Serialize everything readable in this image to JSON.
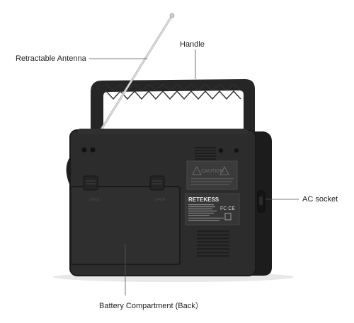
{
  "callouts": {
    "antenna": "Retractable Antenna",
    "handle": "Handle",
    "ac_socket": "AC socket",
    "battery": "Battery Compartment (Back）"
  },
  "product_label": {
    "caution_title": "CAUTION",
    "brand": "RETEKESS"
  },
  "colors": {
    "body": "#2a2a2a",
    "body_edge": "#1a1a1a",
    "handle": "#262626",
    "antenna": "#c9c9c9",
    "label": "#3a3a3a",
    "callout_line": "#555555"
  }
}
